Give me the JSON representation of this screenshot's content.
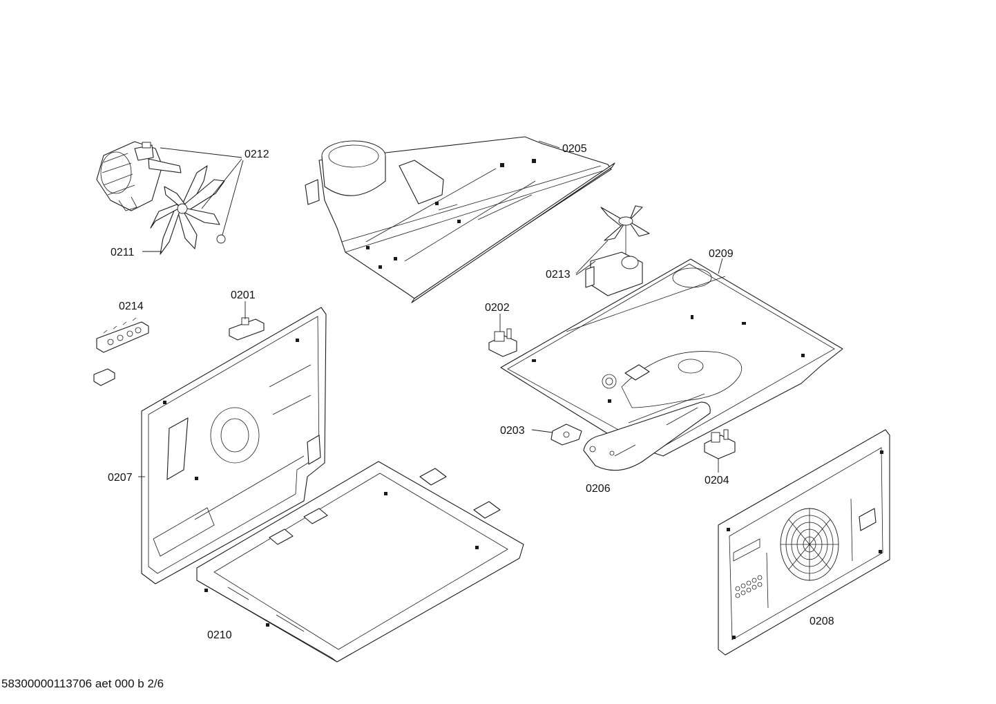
{
  "document_id": "58300000113706 aet 000 b 2/6",
  "part_labels": {
    "p0201": "0201",
    "p0202": "0202",
    "p0203": "0203",
    "p0204": "0204",
    "p0205": "0205",
    "p0206": "0206",
    "p0207": "0207",
    "p0208": "0208",
    "p0209": "0209",
    "p0210": "0210",
    "p0211": "0211",
    "p0212": "0212",
    "p0213": "0213",
    "p0214": "0214"
  }
}
